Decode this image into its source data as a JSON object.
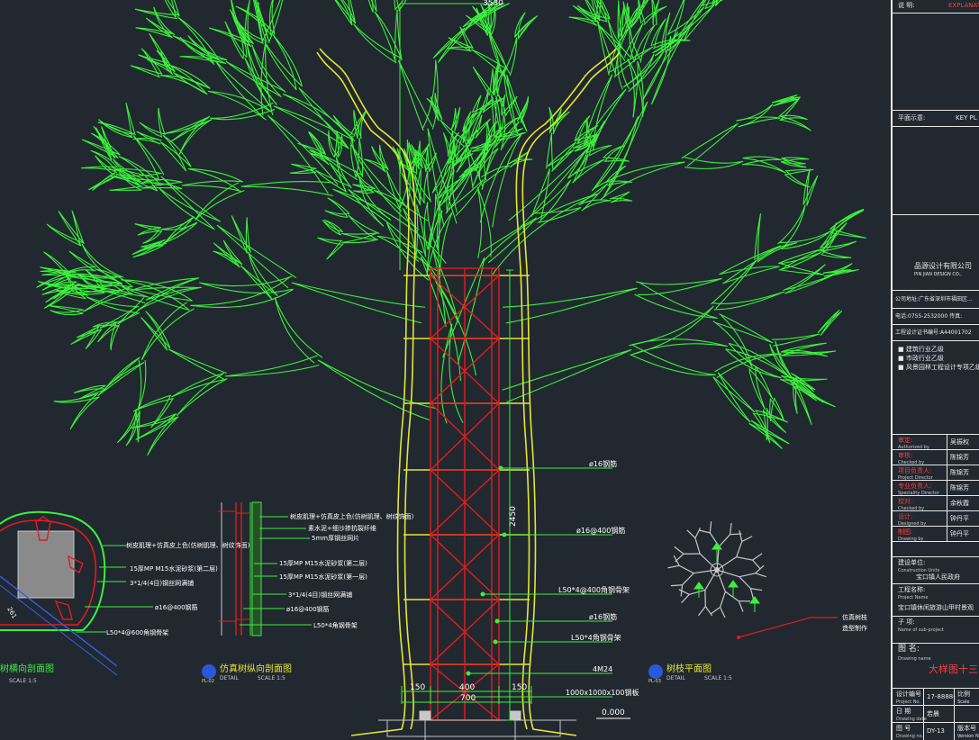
{
  "drawing": {
    "top_dim": "3530",
    "trunk_height_dim": "2450",
    "base_dims": [
      "150",
      "400",
      "150"
    ],
    "base_total_dim": "700",
    "level_mark": "0.000",
    "labels": {
      "rebar_16": "ø16钢筋",
      "rebar_16_400": "ø16@400钢筋",
      "angle_50_400": "L50*4@400角钢骨架",
      "rebar_16b": "ø16钢筋",
      "angle_50": "L50*4角钢骨架",
      "anchor": "4M24",
      "footing": "1000x1000x100钢板"
    }
  },
  "section_detail": {
    "title": "仿真树纵向剖面图",
    "tag": "PL-02",
    "sub": "DETAIL",
    "scale": "SCALE 1:5",
    "notes": [
      "树皮肌理+仿真皮上色(仿树肌理、树纹饰面)",
      "素水泥+细沙掺抗裂纤维",
      "5mm厚钢丝网片",
      "15厚MP M15水泥砂浆(第二层)",
      "15厚MP M15水泥砂浆(第一层)",
      "3*1/4(4目)钢丝网满铺",
      "ø16@400钢筋",
      "L50*4角钢骨架"
    ]
  },
  "cross_detail": {
    "title": "树横向剖面图",
    "scale": "SCALE 1:5",
    "dim": "261",
    "notes": [
      "树皮肌理+仿真皮上色(仿树肌理、树纹饰面)",
      "15厚MP M15水泥砂浆(第二层)",
      "3*1/4(4目)钢丝网满铺",
      "ø16@400钢筋",
      "L50*4@600角钢骨架"
    ]
  },
  "plan_detail": {
    "title": "树枝平面图",
    "tag": "PL-03",
    "sub": "DETAIL",
    "scale": "SCALE 1:5",
    "callout": [
      "仿真树枝",
      "造型制作"
    ]
  },
  "title_block": {
    "remarks_label": "说  明:",
    "remarks_en": "EXPLANATION",
    "key_plan_label": "平面示意:",
    "key_plan_en": "KEY PL",
    "company_cn": "品源设计有限公司",
    "company_en": "PIN JIAN DESIGN CO.,",
    "address": "公司地址:广东省深圳市福田区...",
    "phone": "电话:0755-2532000  传真:",
    "cert": "工程设计证书编号:A44001702",
    "quals": [
      "建筑行业乙级",
      "市政行业乙级",
      "风景园林工程设计专项乙级"
    ],
    "rows": [
      {
        "label": "审定:",
        "sub": "Authorized by",
        "value": "吴振权"
      },
      {
        "label": "审核:",
        "sub": "Checked by",
        "value": "陈锦芳"
      },
      {
        "label": "项目负责人:",
        "sub": "Project Director",
        "value": "陈锦芳"
      },
      {
        "label": "专业负责人:",
        "sub": "Speciality Director",
        "value": "陈锦芳"
      },
      {
        "label": "校对:",
        "sub": "Checked by",
        "value": "余秋霞"
      },
      {
        "label": "设计:",
        "sub": "Designed by",
        "value": "钟丹平"
      },
      {
        "label": "制图:",
        "sub": "Drawing by",
        "value": "钟丹平"
      }
    ],
    "client_label": "建设单位:",
    "client_sub": "Construction Units",
    "client": "宝口镇人民政府",
    "project_label": "工程名称:",
    "project_sub": "Project Name",
    "project": "宝口镇休闲旅游山甲村景观",
    "subproject_label": "子 项:",
    "subproject_sub": "Name of sub-project",
    "drawing_name_label": "图  名:",
    "drawing_name_sub": "Drawing name",
    "drawing_name": "大样图十三",
    "bottom": [
      {
        "label": "设计编号",
        "sub": "Project No.",
        "value": "17-8888-"
      },
      {
        "label": "日  期",
        "sub": "Drawing date",
        "value": "若晨"
      },
      {
        "label": "图  号",
        "sub": "Drawing no.",
        "value": "DY-13"
      }
    ],
    "bottom_right": [
      "比例",
      "版本号"
    ],
    "bottom_right_sub": [
      "Scale",
      "Version No."
    ]
  },
  "colors": {
    "background": "#212830",
    "tree": "#3cf03c",
    "bark_outline": "#e6e632",
    "frame": "#e01e1e",
    "annotation": "#3cf03c",
    "text": "#ffffff",
    "plan_branches": "#c8c8c8"
  }
}
